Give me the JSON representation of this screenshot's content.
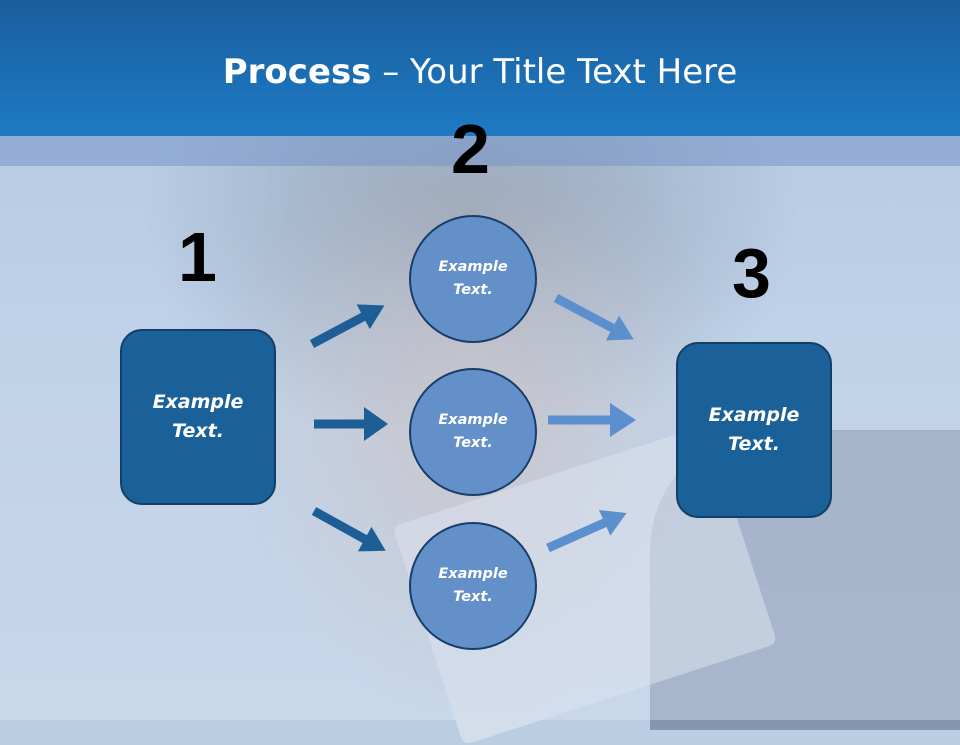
{
  "title": {
    "bold": "Process",
    "rest": " – Your Title Text Here"
  },
  "steps": {
    "one": "1",
    "two": "2",
    "three": "3"
  },
  "left_box": {
    "line1": "Example",
    "line2": "Text."
  },
  "right_box": {
    "line1": "Example",
    "line2": "Text."
  },
  "circles": [
    {
      "line1": "Example",
      "line2": "Text."
    },
    {
      "line1": "Example",
      "line2": "Text."
    },
    {
      "line1": "Example",
      "line2": "Text."
    }
  ],
  "colors": {
    "header": "#1e7ac4",
    "box": "#1b6199",
    "circle": "#6390c8",
    "arrow_dark": "#1d5e96",
    "arrow_light": "#5b8fce"
  }
}
